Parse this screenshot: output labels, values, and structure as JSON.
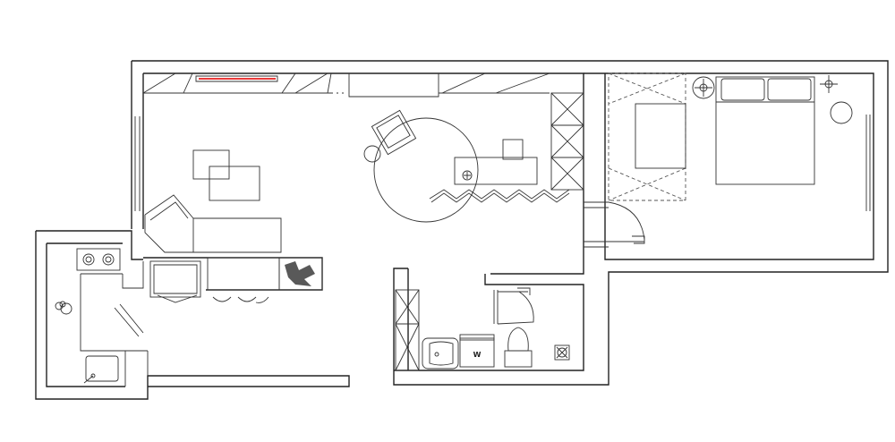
{
  "plan": {
    "accent_color": "#e83a3a",
    "line_color": "#222222",
    "rooms": [
      "living-room",
      "bedroom",
      "kitchen",
      "bathroom"
    ],
    "washer_label": "W"
  }
}
